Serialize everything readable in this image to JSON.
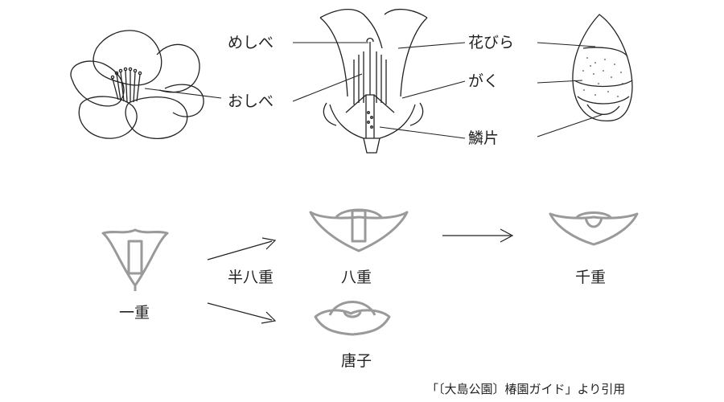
{
  "anatomy_labels": {
    "pistil": "めしべ",
    "stamen": "おしべ",
    "petal": "花びら",
    "sepal": "がく",
    "bract": "鱗片"
  },
  "flower_forms": {
    "single": "一重",
    "semi_double": "半八重",
    "double": "八重",
    "formal_double": "千重",
    "karako": "唐子"
  },
  "source": "「〔大島公園〕椿園ガイド」より引用",
  "colors": {
    "line": "#222222",
    "form_gray": "#9a9a9a"
  }
}
